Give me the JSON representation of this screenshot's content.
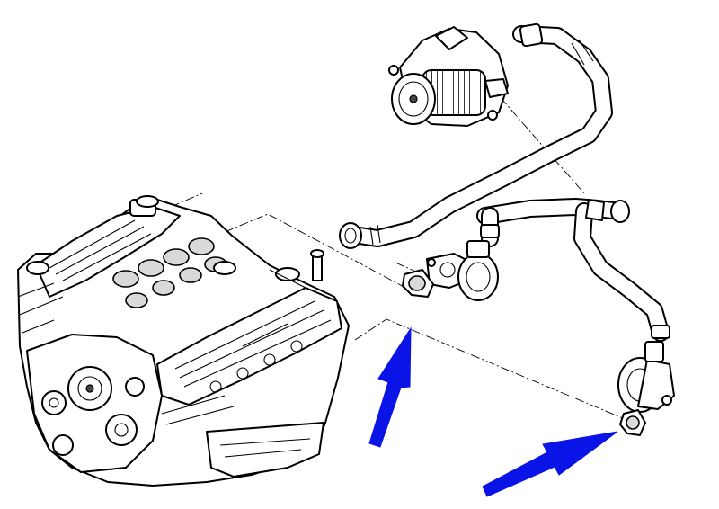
{
  "diagram": {
    "parts": [
      {
        "name": "v8-engine-block"
      },
      {
        "name": "secondary-air-pump"
      },
      {
        "name": "air-hose"
      },
      {
        "name": "combination-valve-left"
      },
      {
        "name": "combination-valve-right"
      },
      {
        "name": "gasket-left"
      },
      {
        "name": "gasket-right"
      }
    ],
    "arrows": {
      "color": "#0a14e6",
      "count": 2
    },
    "colors": {
      "line": "#000000",
      "background": "#ffffff",
      "shade": "#d9d9d9"
    }
  }
}
